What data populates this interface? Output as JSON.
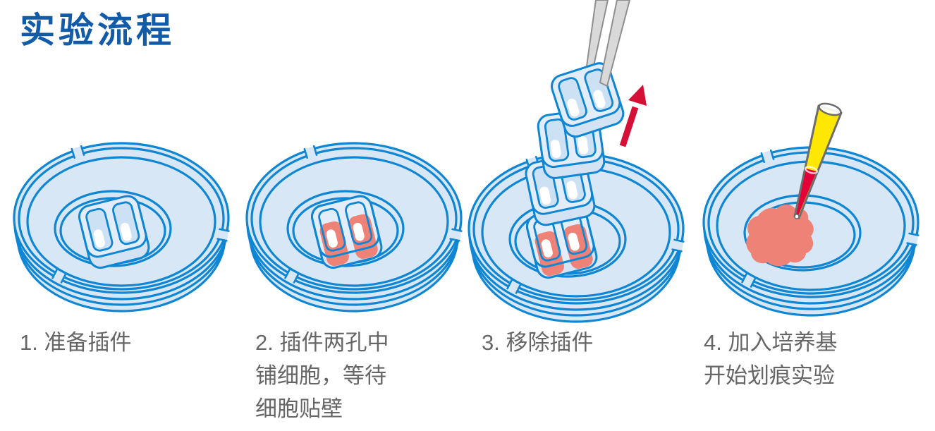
{
  "title": "实验流程",
  "steps": [
    {
      "number": "1",
      "label_lines": [
        "1. 准备插件"
      ],
      "illustration": "petri-dish-with-2-well-culture-insert"
    },
    {
      "number": "2",
      "label_lines": [
        "2. 插件两孔中",
        "铺细胞，等待",
        "细胞贴壁"
      ],
      "illustration": "petri-dish-insert-wells-seeded-with-pink-cells"
    },
    {
      "number": "3",
      "label_lines": [
        "3. 移除插件"
      ],
      "illustration": "tweezers-lifting-insert-out-of-dish-with-red-up-arrow"
    },
    {
      "number": "4",
      "label_lines": [
        "4. 加入培养基",
        "开始划痕实验"
      ],
      "illustration": "pipette-tip-adding-medium-onto-cell-patch"
    }
  ],
  "icons": {
    "petri_dish": "petri-dish-icon",
    "culture_insert": "culture-insert-2-well-icon",
    "cell_layer": "cell-layer-pink-blob",
    "tweezers": "tweezers-icon",
    "up_arrow": "red-up-arrow-icon",
    "pipette": "pipette-tip-icon"
  },
  "colors": {
    "title_blue": "#115ba8",
    "line_blue": "#0e86d4",
    "dish_fill": "#d8e7f6",
    "insert_body_fill": "#e3edf9",
    "insert_well_fill": "#cde1f4",
    "insert_side_fill": "#d3e3f4",
    "cells_pink": "#ee8277",
    "arrow_red": "#d51036",
    "tweezers_fill": "#d9d9d9",
    "tweezers_stroke": "#8f8f8f",
    "pipette_yellow": "#ffe704",
    "pipette_red": "#e60039",
    "pipette_stroke": "#6d6d6d",
    "label_gray": "#666666",
    "background": "#ffffff"
  }
}
